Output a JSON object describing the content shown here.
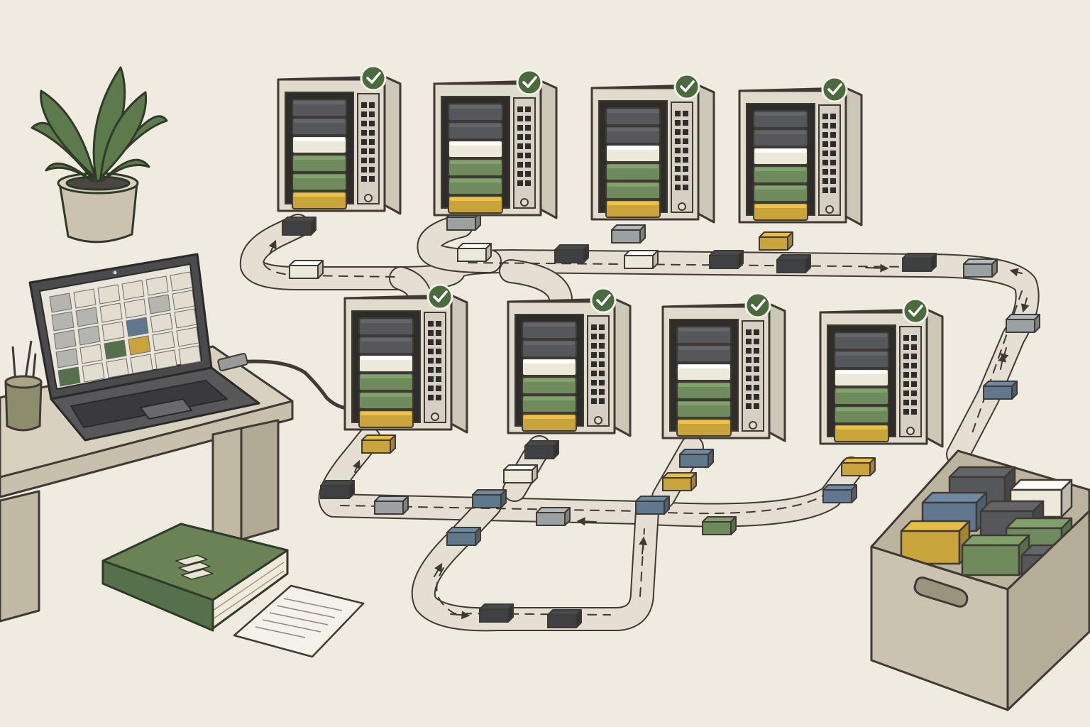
{
  "palette": {
    "background": "#efebe1",
    "paper": "#f4f1e8",
    "outline": "#3f3b34",
    "server_case": "#e0dbcd",
    "server_case_side": "#cdc7b7",
    "server_interior": "#2f2d29",
    "drive_charcoal": "#55575a",
    "drive_dark": "#3e4043",
    "drive_cream": "#ece8da",
    "drive_green": "#6f8a5c",
    "drive_green_dark": "#55704a",
    "drive_gold": "#c9a43d",
    "drive_blue": "#60788e",
    "drive_gray": "#9ba1a3",
    "check_badge": "#4a6b3d",
    "road": "#e4dfd2",
    "plant_leaf": "#5c7a4c",
    "pot": "#cbc3b0",
    "desk": "#d8d1c0",
    "book_cover": "#6b8257",
    "laptop_body": "#4b4b4d"
  },
  "icons": {
    "server": "server-tower-icon",
    "status": "checkmark-icon",
    "drive": "storage-drive-icon",
    "flow": "arrow-icon",
    "plant": "potted-plant-icon",
    "laptop": "laptop-icon",
    "book": "book-icon",
    "bin": "storage-bin-icon"
  },
  "servers": [
    {
      "id": "server-1",
      "status": "ok",
      "drives": [
        "charcoal",
        "charcoal",
        "cream",
        "green",
        "green",
        "gold"
      ]
    },
    {
      "id": "server-2",
      "status": "ok",
      "drives": [
        "charcoal",
        "charcoal",
        "cream",
        "green",
        "green",
        "gold"
      ]
    },
    {
      "id": "server-3",
      "status": "ok",
      "drives": [
        "charcoal",
        "charcoal",
        "cream",
        "green",
        "green",
        "gold"
      ]
    },
    {
      "id": "server-4",
      "status": "ok",
      "drives": [
        "charcoal",
        "charcoal",
        "cream",
        "green",
        "green",
        "gold"
      ]
    },
    {
      "id": "server-5",
      "status": "ok",
      "drives": [
        "charcoal",
        "charcoal",
        "cream",
        "green",
        "green",
        "gold"
      ]
    },
    {
      "id": "server-6",
      "status": "ok",
      "drives": [
        "charcoal",
        "charcoal",
        "cream",
        "green",
        "green",
        "gold"
      ]
    },
    {
      "id": "server-7",
      "status": "ok",
      "drives": [
        "charcoal",
        "charcoal",
        "cream",
        "green",
        "green",
        "gold"
      ]
    },
    {
      "id": "server-8",
      "status": "ok",
      "drives": [
        "charcoal",
        "charcoal",
        "cream",
        "green",
        "green",
        "gold"
      ]
    }
  ],
  "laptop_screen_tiles": [
    "gray",
    "cream",
    "cream",
    "cream",
    "cream",
    "cream",
    "gray",
    "gray",
    "cream",
    "cream",
    "gray",
    "cream",
    "gray",
    "gray",
    "cream",
    "blue",
    "cream",
    "cream",
    "gray",
    "cream",
    "green",
    "gold",
    "cream",
    "cream",
    "green",
    "cream",
    "cream",
    "cream",
    "cream",
    "cream"
  ],
  "bin_drives": [
    "charcoal",
    "cream",
    "blue",
    "charcoal",
    "green",
    "gold",
    "green",
    "charcoal"
  ]
}
